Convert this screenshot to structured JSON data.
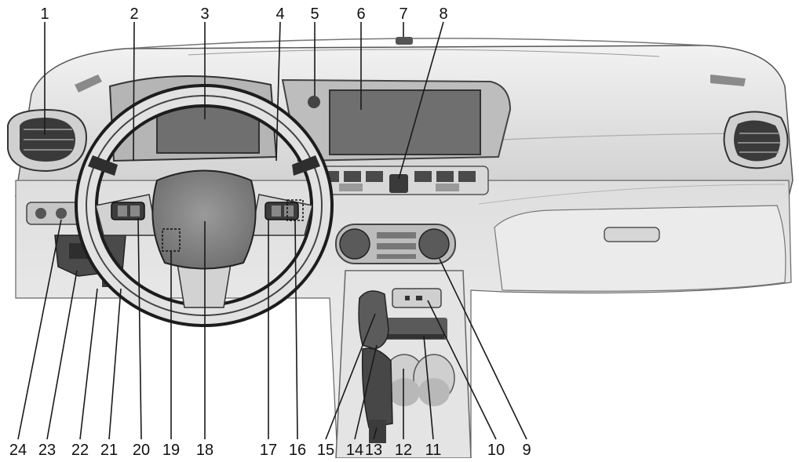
{
  "callouts": {
    "top": [
      "1",
      "2",
      "3",
      "4",
      "5",
      "6",
      "7",
      "8"
    ],
    "bottom": [
      "24",
      "23",
      "22",
      "21",
      "20",
      "19",
      "18",
      "17",
      "16",
      "15",
      "14",
      "13",
      "12",
      "11",
      "10",
      "9"
    ]
  },
  "colors": {
    "line": "#1a1a1a",
    "panel_light": "#e6e6e6",
    "panel_mid": "#c8c8c8",
    "panel_dark": "#8f8f8f",
    "screen": "#6d6d6d",
    "black": "#2b2b2b"
  }
}
